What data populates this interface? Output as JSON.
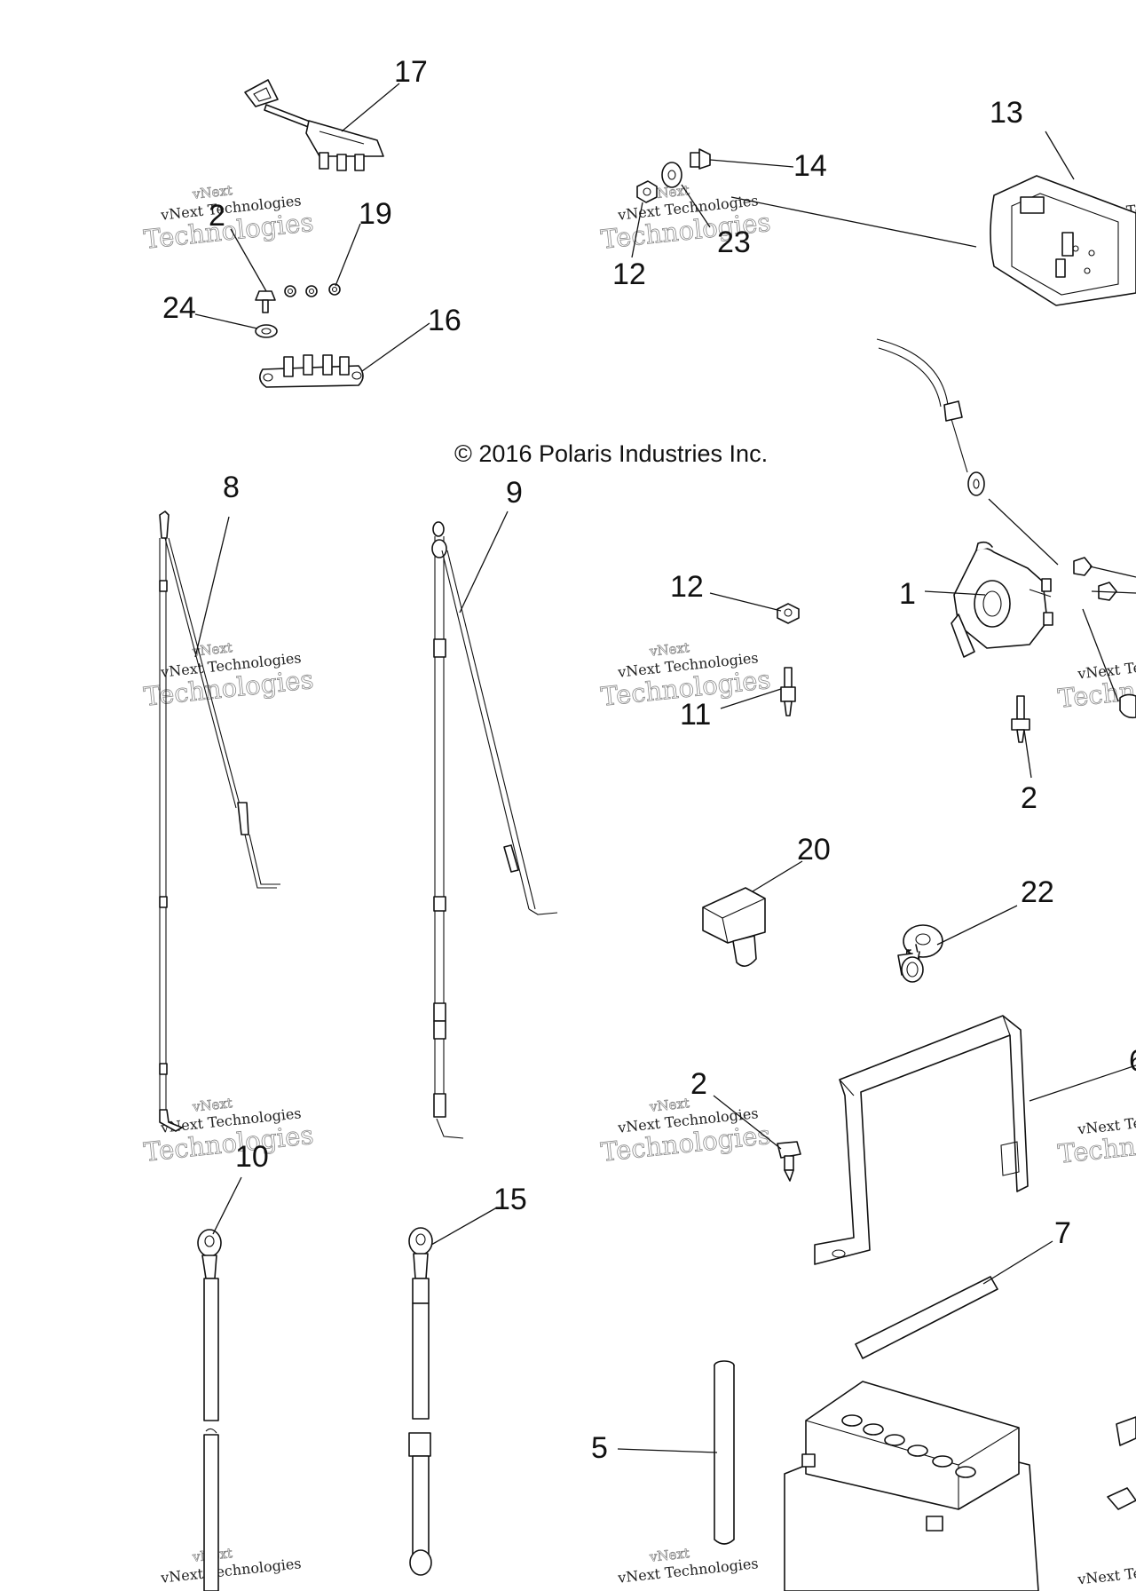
{
  "copyright": "© 2016 Polaris Industries Inc.",
  "watermark": {
    "brand": "vNext",
    "line": "vNext Technologies",
    "big": "Technologies"
  },
  "callouts": {
    "c17": "17",
    "c13": "13",
    "c14": "14",
    "c2_top": "2",
    "c19": "19",
    "c23": "23",
    "c12_top": "12",
    "c24": "24",
    "c16": "16",
    "c8": "8",
    "c9": "9",
    "c12_mid": "12",
    "c1": "1",
    "c11": "11",
    "c2_mid": "2",
    "c20": "20",
    "c22": "22",
    "c2_low": "2",
    "c6": "6",
    "c10": "10",
    "c15": "15",
    "c7": "7",
    "c5": "5"
  }
}
